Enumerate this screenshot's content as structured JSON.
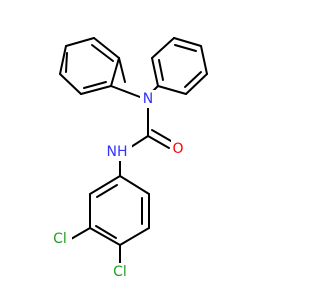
{
  "molecule": {
    "colors": {
      "carbon_bond": "#000000",
      "nitrogen": "#3333ff",
      "oxygen": "#ff0000",
      "chlorine": "#1fa01f"
    },
    "labels": {
      "amine_nitrogen": "N",
      "amide_nh": "NH",
      "carbonyl_oxygen": "O",
      "chlorine_3": "Cl",
      "chlorine_4": "Cl"
    }
  }
}
